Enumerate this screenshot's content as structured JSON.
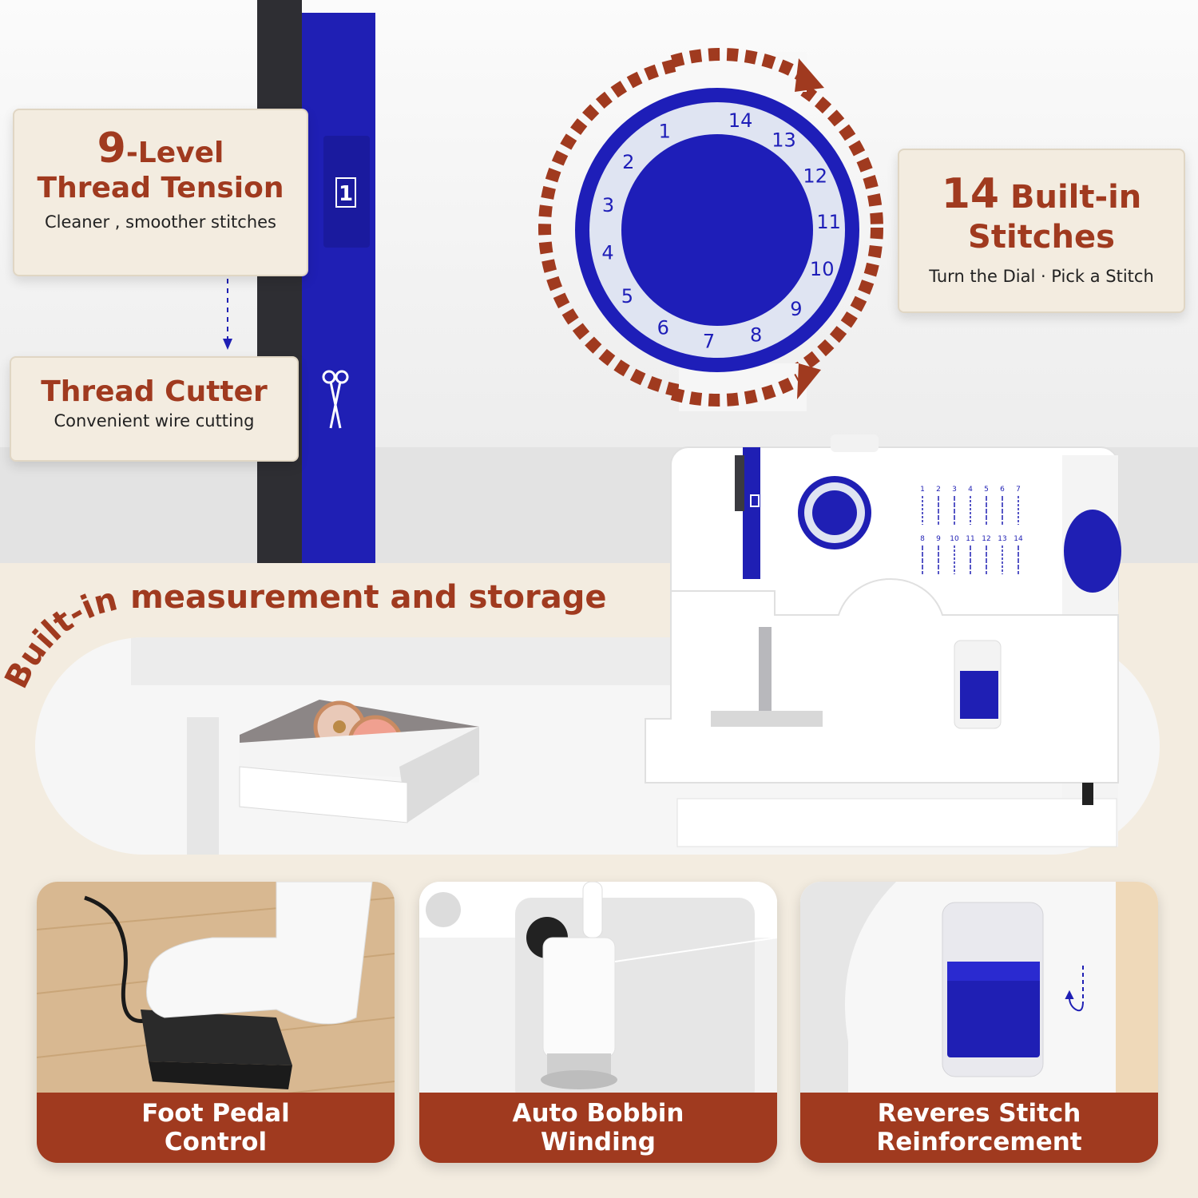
{
  "callouts": {
    "tension": {
      "number": "9",
      "title_suffix": "-Level",
      "title_line2": "Thread Tension",
      "subtitle": "Cleaner , smoother stitches"
    },
    "cutter": {
      "title": "Thread Cutter",
      "subtitle": "Convenient wire cutting"
    },
    "stitches": {
      "number": "14",
      "title_suffix": " Built-in",
      "title_line2": "Stitches",
      "subtitle": "Turn the Dial · Pick a Stitch"
    }
  },
  "tension_digit": "1",
  "dial_numbers": [
    "1",
    "2",
    "3",
    "4",
    "5",
    "6",
    "7",
    "8",
    "9",
    "10",
    "11",
    "12",
    "13",
    "14"
  ],
  "stitch_panel_numbers": [
    "1",
    "2",
    "3",
    "4",
    "5",
    "6",
    "7",
    "8",
    "9",
    "10",
    "11",
    "12",
    "13",
    "14"
  ],
  "storage_heading": "Built-in measurement and storage",
  "features": [
    {
      "line1": "Foot Pedal",
      "line2": "Control"
    },
    {
      "line1": "Auto Bobbin",
      "line2": "Winding"
    },
    {
      "line1": "Reveres Stitch",
      "line2": "Reinforcement"
    }
  ],
  "colors": {
    "accent_brown": "#a03a1f",
    "machine_blue": "#1f1fb4",
    "background_cream": "#f3ece0"
  },
  "icons": [
    "scissors-icon",
    "reverse-stitch-icon"
  ]
}
